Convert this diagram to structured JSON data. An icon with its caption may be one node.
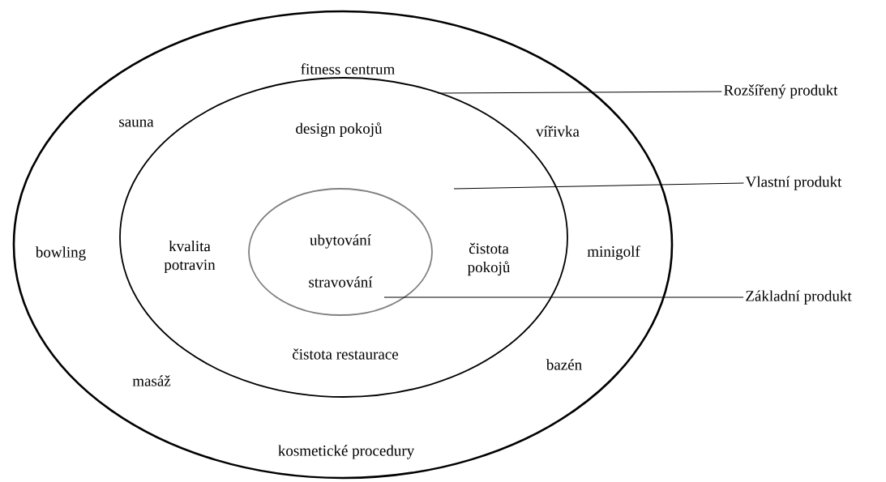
{
  "diagram": {
    "nodes": [
      {
        "text": [
          "fitness centrum",
          "sauna",
          "vířivka",
          "bowling",
          "minigolf",
          "masáž",
          "bazén",
          "kosmetické procedury"
        ]
      },
      {
        "text": [
          "design pokojů",
          "kvalita potravin",
          "čistota pokojů",
          "čistota restaurace"
        ],
        "in": 0
      },
      {
        "text": [
          "ubytování",
          "stravování"
        ],
        "in": 1
      },
      {
        "text": [
          "Rozšířený produkt"
        ]
      },
      {
        "text": [
          "Vlastní produkt"
        ]
      },
      {
        "text": [
          "Základní produkt"
        ]
      }
    ],
    "edges": [
      {
        "from": 3,
        "to": 0,
        "arrow": "none"
      },
      {
        "from": 4,
        "to": 1,
        "arrow": "none"
      },
      {
        "from": 5,
        "to": 2,
        "arrow": "none"
      }
    ]
  }
}
